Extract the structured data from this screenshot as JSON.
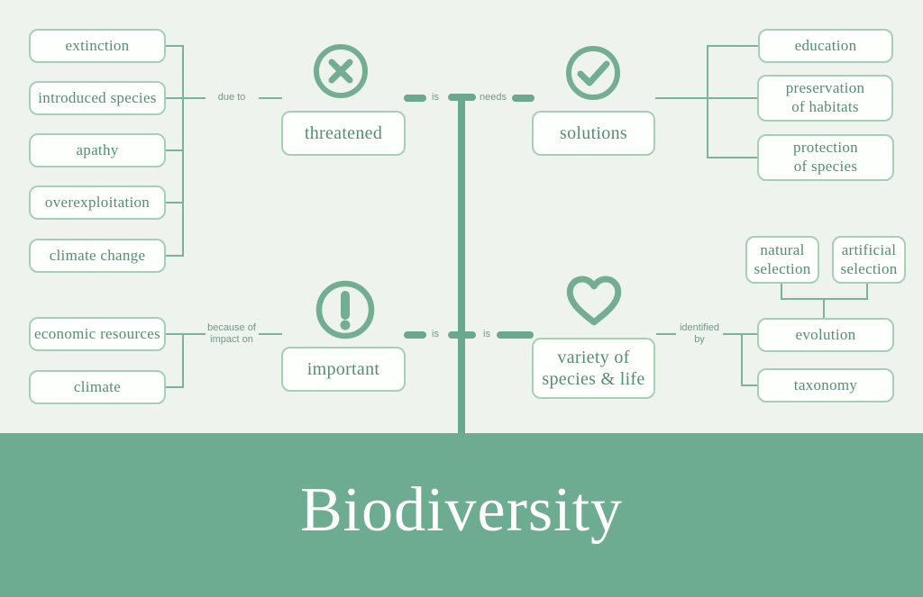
{
  "title": "Biodiversity",
  "colors": {
    "background": "#eef4ed",
    "band": "#6dac91",
    "box_border": "#a6cfb8",
    "box_fill": "#fdfffd",
    "box_text": "#578b79",
    "connector_thin": "#7bb299",
    "connector_thick": "#6aa98e",
    "label_text": "#6f9889",
    "icon_green": "#74ae92",
    "title_text": "#ffffff"
  },
  "map": {
    "causes": [
      "extinction",
      "introduced species",
      "apathy",
      "overexploitation",
      "climate change"
    ],
    "cause_link_label": "due to",
    "threatened_label": "threatened",
    "threatened_icon": "x-circle-icon",
    "is_top_label": "is",
    "needs_label": "needs",
    "solutions_label": "solutions",
    "solutions_icon": "check-circle-icon",
    "solution_items": [
      "education",
      "preservation\nof habitats",
      "protection\nof species"
    ],
    "reasons": [
      "economic resources",
      "climate"
    ],
    "reason_link_label": "because of\nimpact on",
    "important_label": "important",
    "important_icon": "exclamation-circle-icon",
    "is_bottom_left_label": "is",
    "is_bottom_right_label": "is",
    "variety_label": "variety of\nspecies & life",
    "variety_icon": "heart-icon",
    "identified_link_label": "identified\nby",
    "identified_items": [
      "evolution",
      "taxonomy"
    ],
    "selection_items": [
      "natural\nselection",
      "artificial\nselection"
    ]
  }
}
